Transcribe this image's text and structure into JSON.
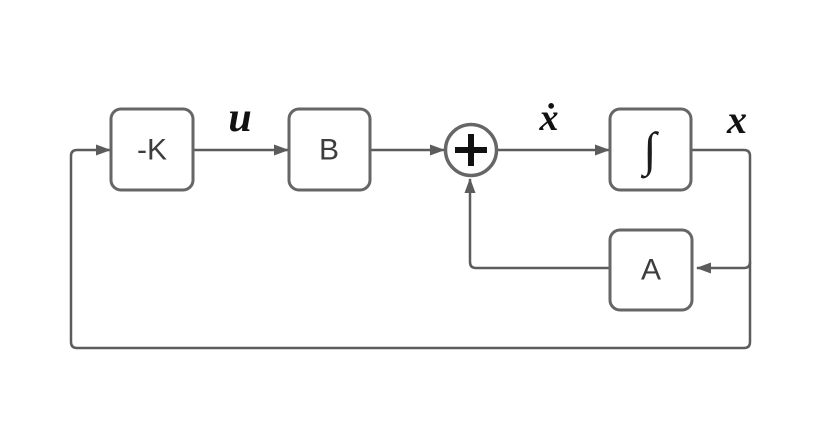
{
  "diagram": {
    "blocks": [
      {
        "id": "gain",
        "label": "-K"
      },
      {
        "id": "b-matrix",
        "label": "B"
      },
      {
        "id": "integrator",
        "label": "∫"
      },
      {
        "id": "a-matrix",
        "label": "A"
      }
    ],
    "summing_junction": {
      "symbol": "+"
    },
    "signals": [
      {
        "id": "u",
        "label": "u"
      },
      {
        "id": "xdot",
        "label": "ẋ"
      },
      {
        "id": "x",
        "label": "x"
      }
    ],
    "colors": {
      "background": "#ffffff",
      "block_border": "#666666",
      "connector_line": "#5c5c5c",
      "block_text": "#3d3d3d",
      "math_text": "#111111"
    }
  }
}
